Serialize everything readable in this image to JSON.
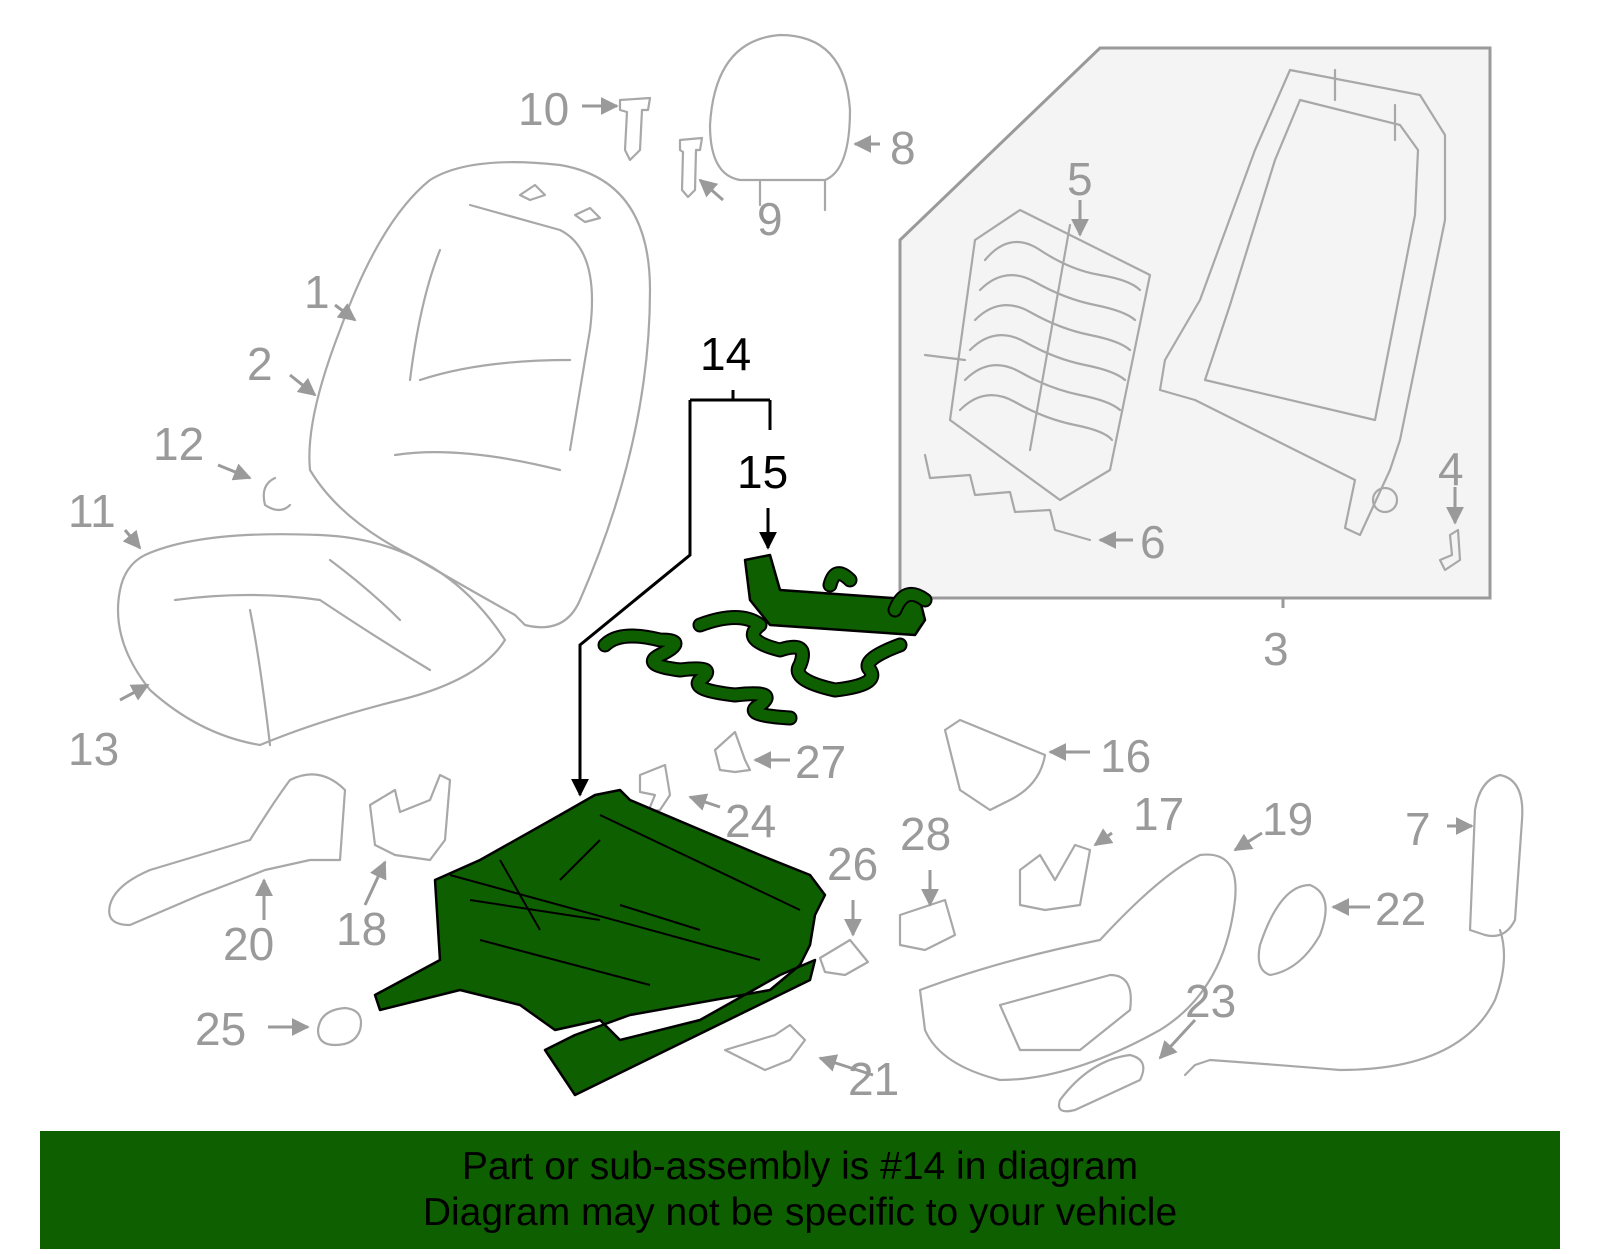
{
  "callouts": {
    "c1": "1",
    "c2": "2",
    "c3": "3",
    "c4": "4",
    "c5": "5",
    "c6": "6",
    "c7": "7",
    "c8": "8",
    "c9": "9",
    "c10": "10",
    "c11": "11",
    "c12": "12",
    "c13": "13",
    "c14": "14",
    "c15": "15",
    "c16": "16",
    "c17": "17",
    "c18": "18",
    "c19": "19",
    "c20": "20",
    "c21": "21",
    "c22": "22",
    "c23": "23",
    "c24": "24",
    "c25": "25",
    "c26": "26",
    "c27": "27",
    "c28": "28"
  },
  "highlighted_part": "14",
  "colors": {
    "highlight": "#0e5f00",
    "part_line": "#a8a8a8",
    "label": "#9a9a9a"
  },
  "caption": {
    "line1": "Part or sub-assembly is #14 in diagram",
    "line2": "Diagram may not be specific to your vehicle"
  }
}
